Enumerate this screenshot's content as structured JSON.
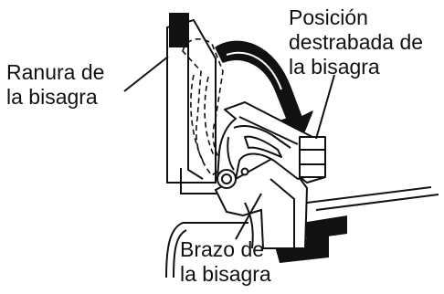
{
  "labels": {
    "hinge_slot": [
      "Ranura de",
      "la bisagra"
    ],
    "hinge_unlocked_position": [
      "Posición",
      "destrabada de",
      "la bisagra"
    ],
    "hinge_arm": [
      "Brazo de",
      "la bisagra"
    ]
  },
  "icons": {
    "arrow": "curved-arrow-icon"
  },
  "colors": {
    "ink": "#111111",
    "background": "#ffffff"
  }
}
